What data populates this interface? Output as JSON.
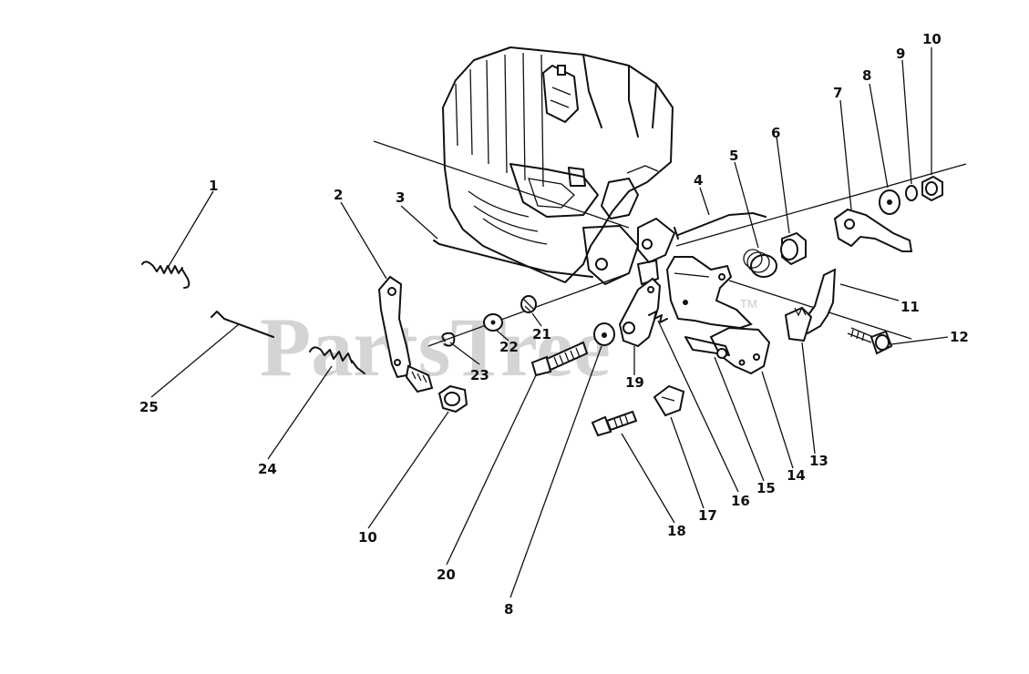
{
  "watermark": {
    "text": "PartsTree",
    "tm": "TM"
  },
  "callouts": {
    "c1": "1",
    "c2": "2",
    "c3": "3",
    "c4": "4",
    "c5": "5",
    "c6": "6",
    "c7": "7",
    "c8a": "8",
    "c8b": "8",
    "c9": "9",
    "c10a": "10",
    "c10b": "10",
    "c11": "11",
    "c12": "12",
    "c13": "13",
    "c14": "14",
    "c15": "15",
    "c16": "16",
    "c17": "17",
    "c18": "18",
    "c19": "19",
    "c20": "20",
    "c21": "21",
    "c22": "22",
    "c23": "23",
    "c24": "24",
    "c25": "25"
  }
}
